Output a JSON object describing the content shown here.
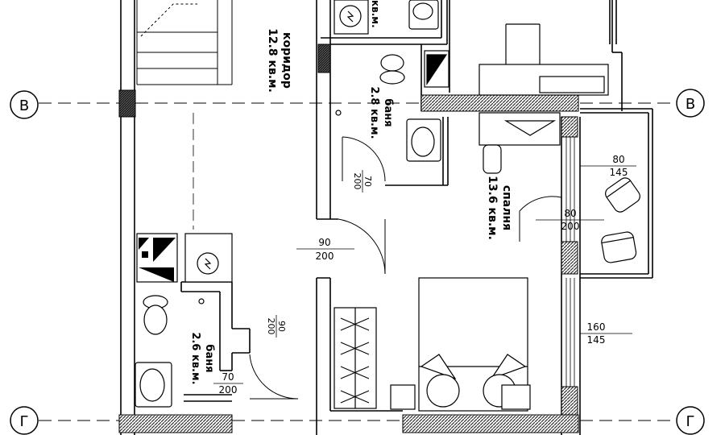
{
  "axes": {
    "b_left": "В",
    "b_right": "В",
    "g_left": "Г",
    "g_right": "Г"
  },
  "rooms": {
    "corridor": {
      "name": "коридор",
      "area": "12.8 кв.м."
    },
    "bath_upper": {
      "name": "баня",
      "area": "2.8 кв.м."
    },
    "bath_lower": {
      "name": "баня",
      "area": "2.6 кв.м."
    },
    "bedroom": {
      "name": "спалня",
      "area": "13.6 кв.м."
    },
    "top_fragment": "кв.м."
  },
  "openings": {
    "door_bath_upper": {
      "w": "70",
      "h": "200"
    },
    "door_main": {
      "w": "90",
      "h": "200"
    },
    "door_corridor": {
      "w": "90",
      "h": "200"
    },
    "door_bath_lower": {
      "w": "70",
      "h": "200"
    },
    "window_balcony_top": {
      "w": "80",
      "h": "145"
    },
    "balcony_door": {
      "w": "80",
      "h": "200"
    },
    "window_bedroom": {
      "w": "160",
      "h": "145"
    }
  },
  "colors": {
    "lines": "#000000",
    "hatch": "#3a3a3a",
    "background": "#ffffff"
  }
}
